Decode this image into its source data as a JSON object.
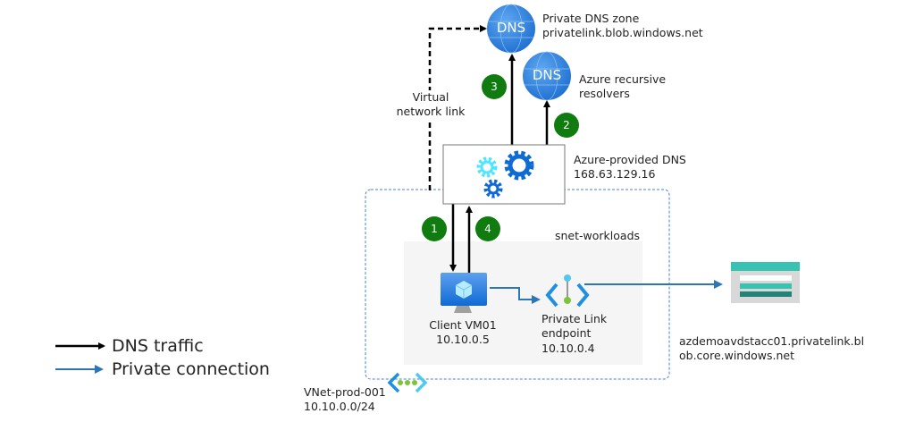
{
  "private_dns_zone": {
    "line1": "Private DNS zone",
    "line2": "privatelink.blob.windows.net",
    "icon_text": "DNS"
  },
  "recursive_resolvers": {
    "line1": "Azure recursive",
    "line2": "resolvers",
    "icon_text": "DNS"
  },
  "azure_dns": {
    "line1": "Azure-provided DNS",
    "line2": "168.63.129.16"
  },
  "vnet_link": {
    "line1": "Virtual",
    "line2": "network link"
  },
  "steps": [
    "1",
    "2",
    "3",
    "4"
  ],
  "subnet": {
    "name": "snet-workloads"
  },
  "client_vm": {
    "line1": "Client VM01",
    "line2": "10.10.0.5"
  },
  "private_endpoint": {
    "line1": "Private Link",
    "line2": "endpoint",
    "line3": "10.10.0.4"
  },
  "storage": {
    "line1": "azdemoavdstacc01.privatelink.bl",
    "line2": "ob.core.windows.net"
  },
  "vnet": {
    "line1": "VNet-prod-001",
    "line2": "10.10.0.0/24"
  },
  "legend": {
    "dns_traffic": "DNS traffic",
    "private_connection": "Private connection"
  },
  "colors": {
    "dns_arrow": "#000000",
    "private_arrow": "#2e75b6",
    "step_badge": "#107c10",
    "vnet_border": "#4a7fd4",
    "subnet_fill": "#f5f5f5"
  }
}
